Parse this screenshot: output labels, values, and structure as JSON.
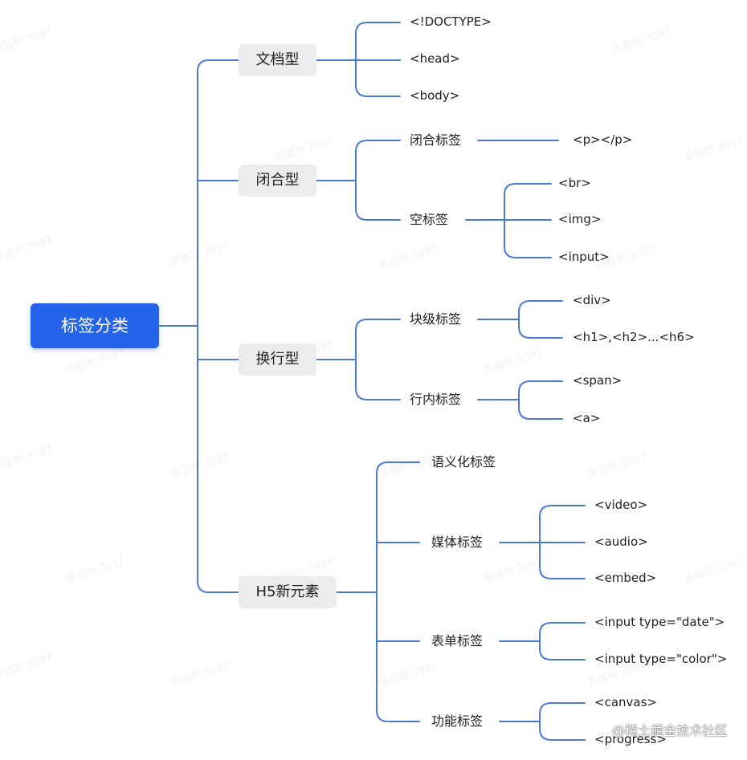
{
  "root": {
    "label": "标签分类"
  },
  "groups": [
    {
      "label": "文档型",
      "children": [
        {
          "label": "<!DOCTYPE>"
        },
        {
          "label": "<head>"
        },
        {
          "label": "<body>"
        }
      ]
    },
    {
      "label": "闭合型",
      "children": [
        {
          "label": "闭合标签",
          "children": [
            "<p></p>"
          ]
        },
        {
          "label": "空标签",
          "children": [
            "<br>",
            "<img>",
            "<input>"
          ]
        }
      ]
    },
    {
      "label": "换行型",
      "children": [
        {
          "label": "块级标签",
          "children": [
            "<div>",
            "<h1>,<h2>...<h6>"
          ]
        },
        {
          "label": "行内标签",
          "children": [
            "<span>",
            "<a>"
          ]
        }
      ]
    },
    {
      "label": "H5新元素",
      "children": [
        {
          "label": "语义化标签",
          "children": []
        },
        {
          "label": "媒体标签",
          "children": [
            "<video>",
            "<audio>",
            "<embed>"
          ]
        },
        {
          "label": "表单标签",
          "children": [
            "<input type=\"date\">",
            "<input type=\"color\">"
          ]
        },
        {
          "label": "功能标签",
          "children": [
            "<canvas>",
            "<progress>"
          ]
        }
      ]
    }
  ],
  "watermark_text": "黑猫熊 3097",
  "credit": "@稀土掘金技术社区",
  "colors": {
    "accent": "#2563eb",
    "line": "#4a7ad6",
    "node_bg": "#ececee"
  }
}
